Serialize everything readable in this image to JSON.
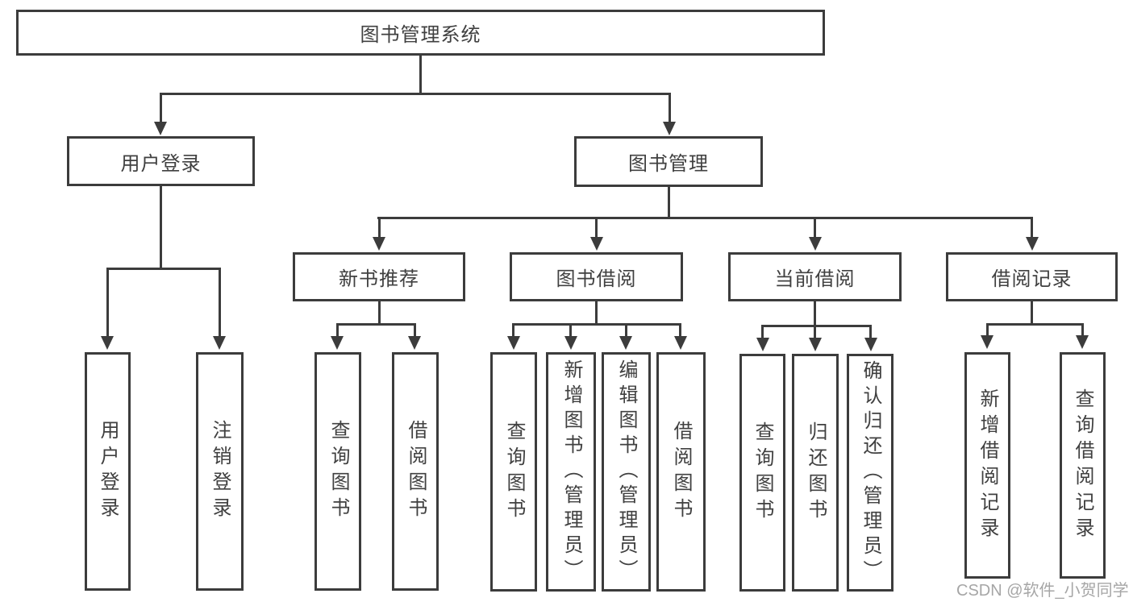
{
  "watermark": "CSDN @软件_小贺同学",
  "colors": {
    "background": "#ffffff",
    "line": "#3c3c3c",
    "text": "#404040",
    "watermark": "#a6a6a6"
  },
  "tree": {
    "root": {
      "label": "图书管理系统"
    },
    "branches": [
      {
        "label": "用户登录",
        "children": [
          {
            "label": "用户登录"
          },
          {
            "label": "注销登录"
          }
        ]
      },
      {
        "label": "图书管理",
        "children": [
          {
            "label": "新书推荐",
            "children": [
              {
                "label": "查询图书"
              },
              {
                "label": "借阅图书"
              }
            ]
          },
          {
            "label": "图书借阅",
            "children": [
              {
                "label": "查询图书"
              },
              {
                "label": "新增图书（管理员）"
              },
              {
                "label": "编辑图书（管理员）"
              },
              {
                "label": "借阅图书"
              }
            ]
          },
          {
            "label": "当前借阅",
            "children": [
              {
                "label": "查询图书"
              },
              {
                "label": "归还图书"
              },
              {
                "label": "确认归还（管理员）"
              }
            ]
          },
          {
            "label": "借阅记录",
            "children": [
              {
                "label": "新增借阅记录"
              },
              {
                "label": "查询借阅记录"
              }
            ]
          }
        ]
      }
    ]
  }
}
